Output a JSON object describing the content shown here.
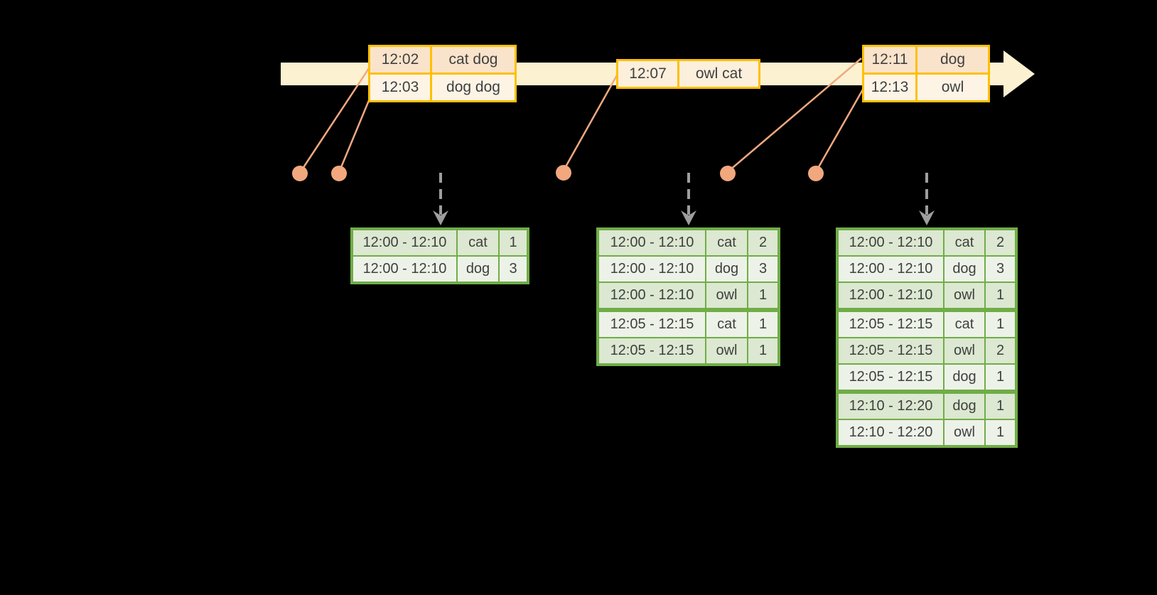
{
  "diagram": {
    "background": "#000000",
    "colors": {
      "timeline_fill": "#fcf2d2",
      "event_box_border": "#ffc000",
      "event_row_peach": "#fae3cb",
      "event_row_cream": "#fdf4e6",
      "event_row_mid": "#fcefdc",
      "connector_salmon": "#f2a87e",
      "trigger_arrow_gray": "#9e9e9e",
      "table_border_green": "#70ad47",
      "table_row_dark": "#dce8d1",
      "table_row_light": "#edf2e8",
      "text": "#3f3f3f"
    }
  },
  "timeline": {
    "event_boxes": [
      {
        "rows": [
          {
            "time": "12:02",
            "words": "cat dog"
          },
          {
            "time": "12:03",
            "words": "dog dog"
          }
        ]
      },
      {
        "rows": [
          {
            "time": "12:07",
            "words": "owl cat"
          }
        ]
      },
      {
        "rows": [
          {
            "time": "12:11",
            "words": "dog"
          },
          {
            "time": "12:13",
            "words": "owl"
          }
        ]
      }
    ]
  },
  "result_tables": [
    {
      "rows": [
        {
          "window": "12:00 - 12:10",
          "word": "cat",
          "count": "1"
        },
        {
          "window": "12:00 - 12:10",
          "word": "dog",
          "count": "3"
        }
      ]
    },
    {
      "rows": [
        {
          "window": "12:00 - 12:10",
          "word": "cat",
          "count": "2"
        },
        {
          "window": "12:00 - 12:10",
          "word": "dog",
          "count": "3"
        },
        {
          "window": "12:00 - 12:10",
          "word": "owl",
          "count": "1"
        },
        {
          "window": "12:05 - 12:15",
          "word": "cat",
          "count": "1"
        },
        {
          "window": "12:05 - 12:15",
          "word": "owl",
          "count": "1"
        }
      ]
    },
    {
      "rows": [
        {
          "window": "12:00 - 12:10",
          "word": "cat",
          "count": "2"
        },
        {
          "window": "12:00 - 12:10",
          "word": "dog",
          "count": "3"
        },
        {
          "window": "12:00 - 12:10",
          "word": "owl",
          "count": "1"
        },
        {
          "window": "12:05 - 12:15",
          "word": "cat",
          "count": "1"
        },
        {
          "window": "12:05 - 12:15",
          "word": "owl",
          "count": "2"
        },
        {
          "window": "12:05 - 12:15",
          "word": "dog",
          "count": "1"
        },
        {
          "window": "12:10 - 12:20",
          "word": "dog",
          "count": "1"
        },
        {
          "window": "12:10 - 12:20",
          "word": "owl",
          "count": "1"
        }
      ]
    }
  ]
}
